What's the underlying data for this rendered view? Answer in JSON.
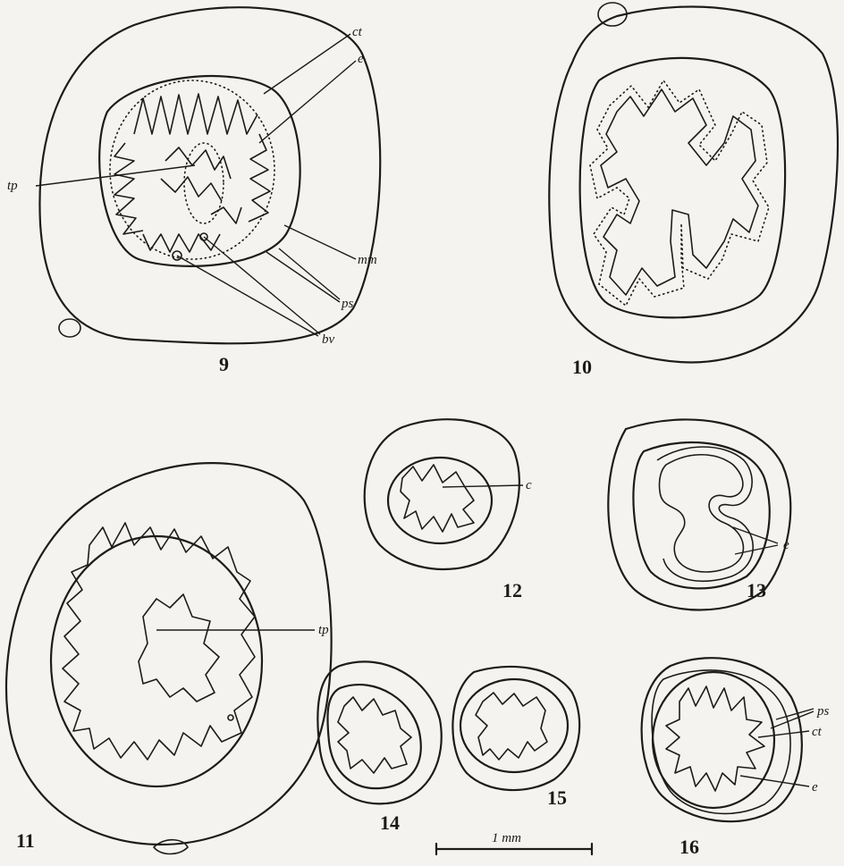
{
  "figures": {
    "fig9": {
      "number": "9"
    },
    "fig10": {
      "number": "10"
    },
    "fig11": {
      "number": "11"
    },
    "fig12": {
      "number": "12"
    },
    "fig13": {
      "number": "13"
    },
    "fig14": {
      "number": "14"
    },
    "fig15": {
      "number": "15"
    },
    "fig16": {
      "number": "16"
    }
  },
  "labels": {
    "ct": "ct",
    "e": "e",
    "tp": "tp",
    "mm": "mm",
    "ps": "ps",
    "bv": "bv",
    "c": "c"
  },
  "scale_bar": {
    "label": "1 mm"
  }
}
